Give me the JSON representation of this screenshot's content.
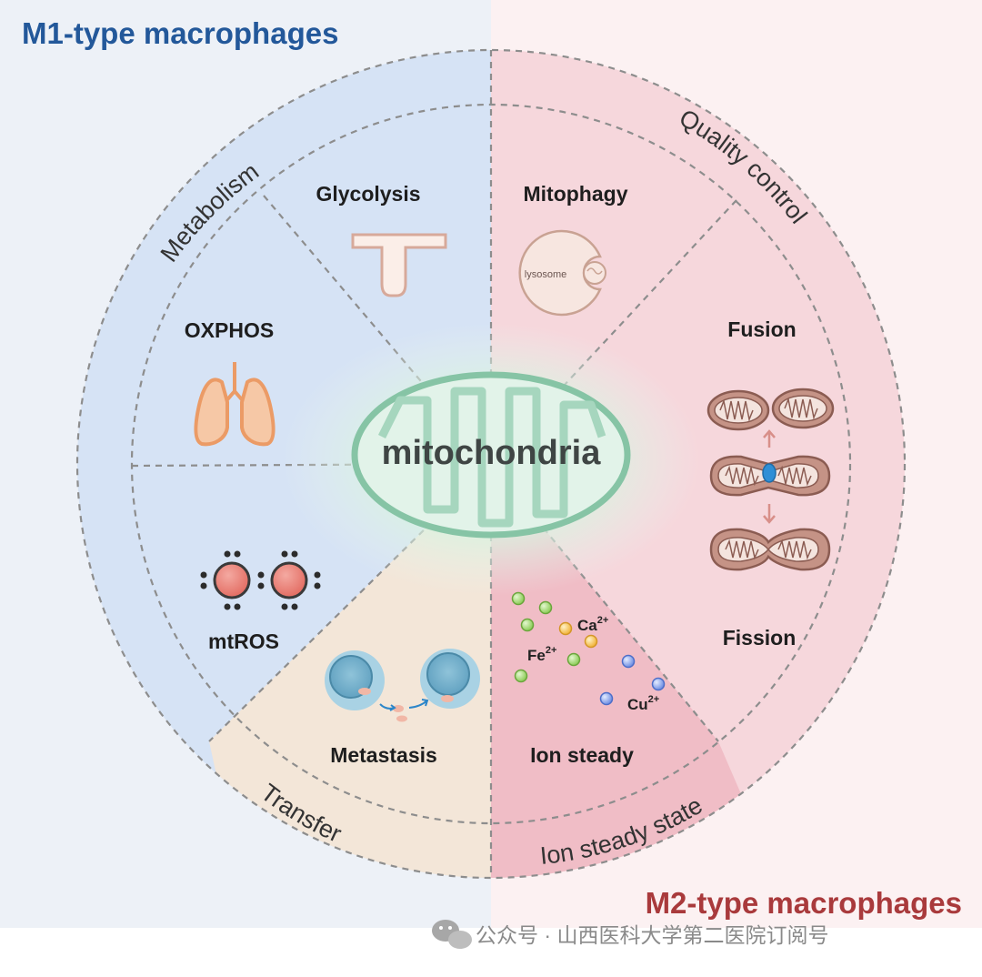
{
  "titles": {
    "m1": "M1-type macrophages",
    "m2": "M2-type macrophages"
  },
  "center_label": "mitochondria",
  "outer_ring": {
    "metabolism": "Metabolism",
    "quality_control": "Quality control",
    "transfer": "Transfer",
    "ion_steady_state": "Ion steady state"
  },
  "segments": {
    "glycolysis": "Glycolysis",
    "oxphos": "OXPHOS",
    "mtros": "mtROS",
    "metastasis": "Metastasis",
    "mitophagy": "Mitophagy",
    "fusion": "Fusion",
    "fission": "Fission",
    "ion_steady": "Ion steady"
  },
  "lysosome_label": "lysosome",
  "ions": {
    "ca": "Ca",
    "ca_charge": "2+",
    "fe": "Fe",
    "fe_charge": "2+",
    "cu": "Cu",
    "cu_charge": "2+"
  },
  "watermark": "公众号 · 山西医科大学第二医院订阅号",
  "colors": {
    "m1_bg": "#edf1f7",
    "m2_bg": "#fcf1f2",
    "m1_circle": "#d6e3f5",
    "m2_circle": "#f6d7dc",
    "transfer": "#f3e6d8",
    "ion_steady": "#f0bdc6",
    "m1_title": "#23589a",
    "m2_title": "#a93a3c",
    "mito_green": "#86c4a5",
    "mito_brown": "#b98478"
  },
  "icons": [
    "wechat-icon",
    "lungs-icon",
    "lysosome-icon",
    "mitochondrion-icon"
  ]
}
